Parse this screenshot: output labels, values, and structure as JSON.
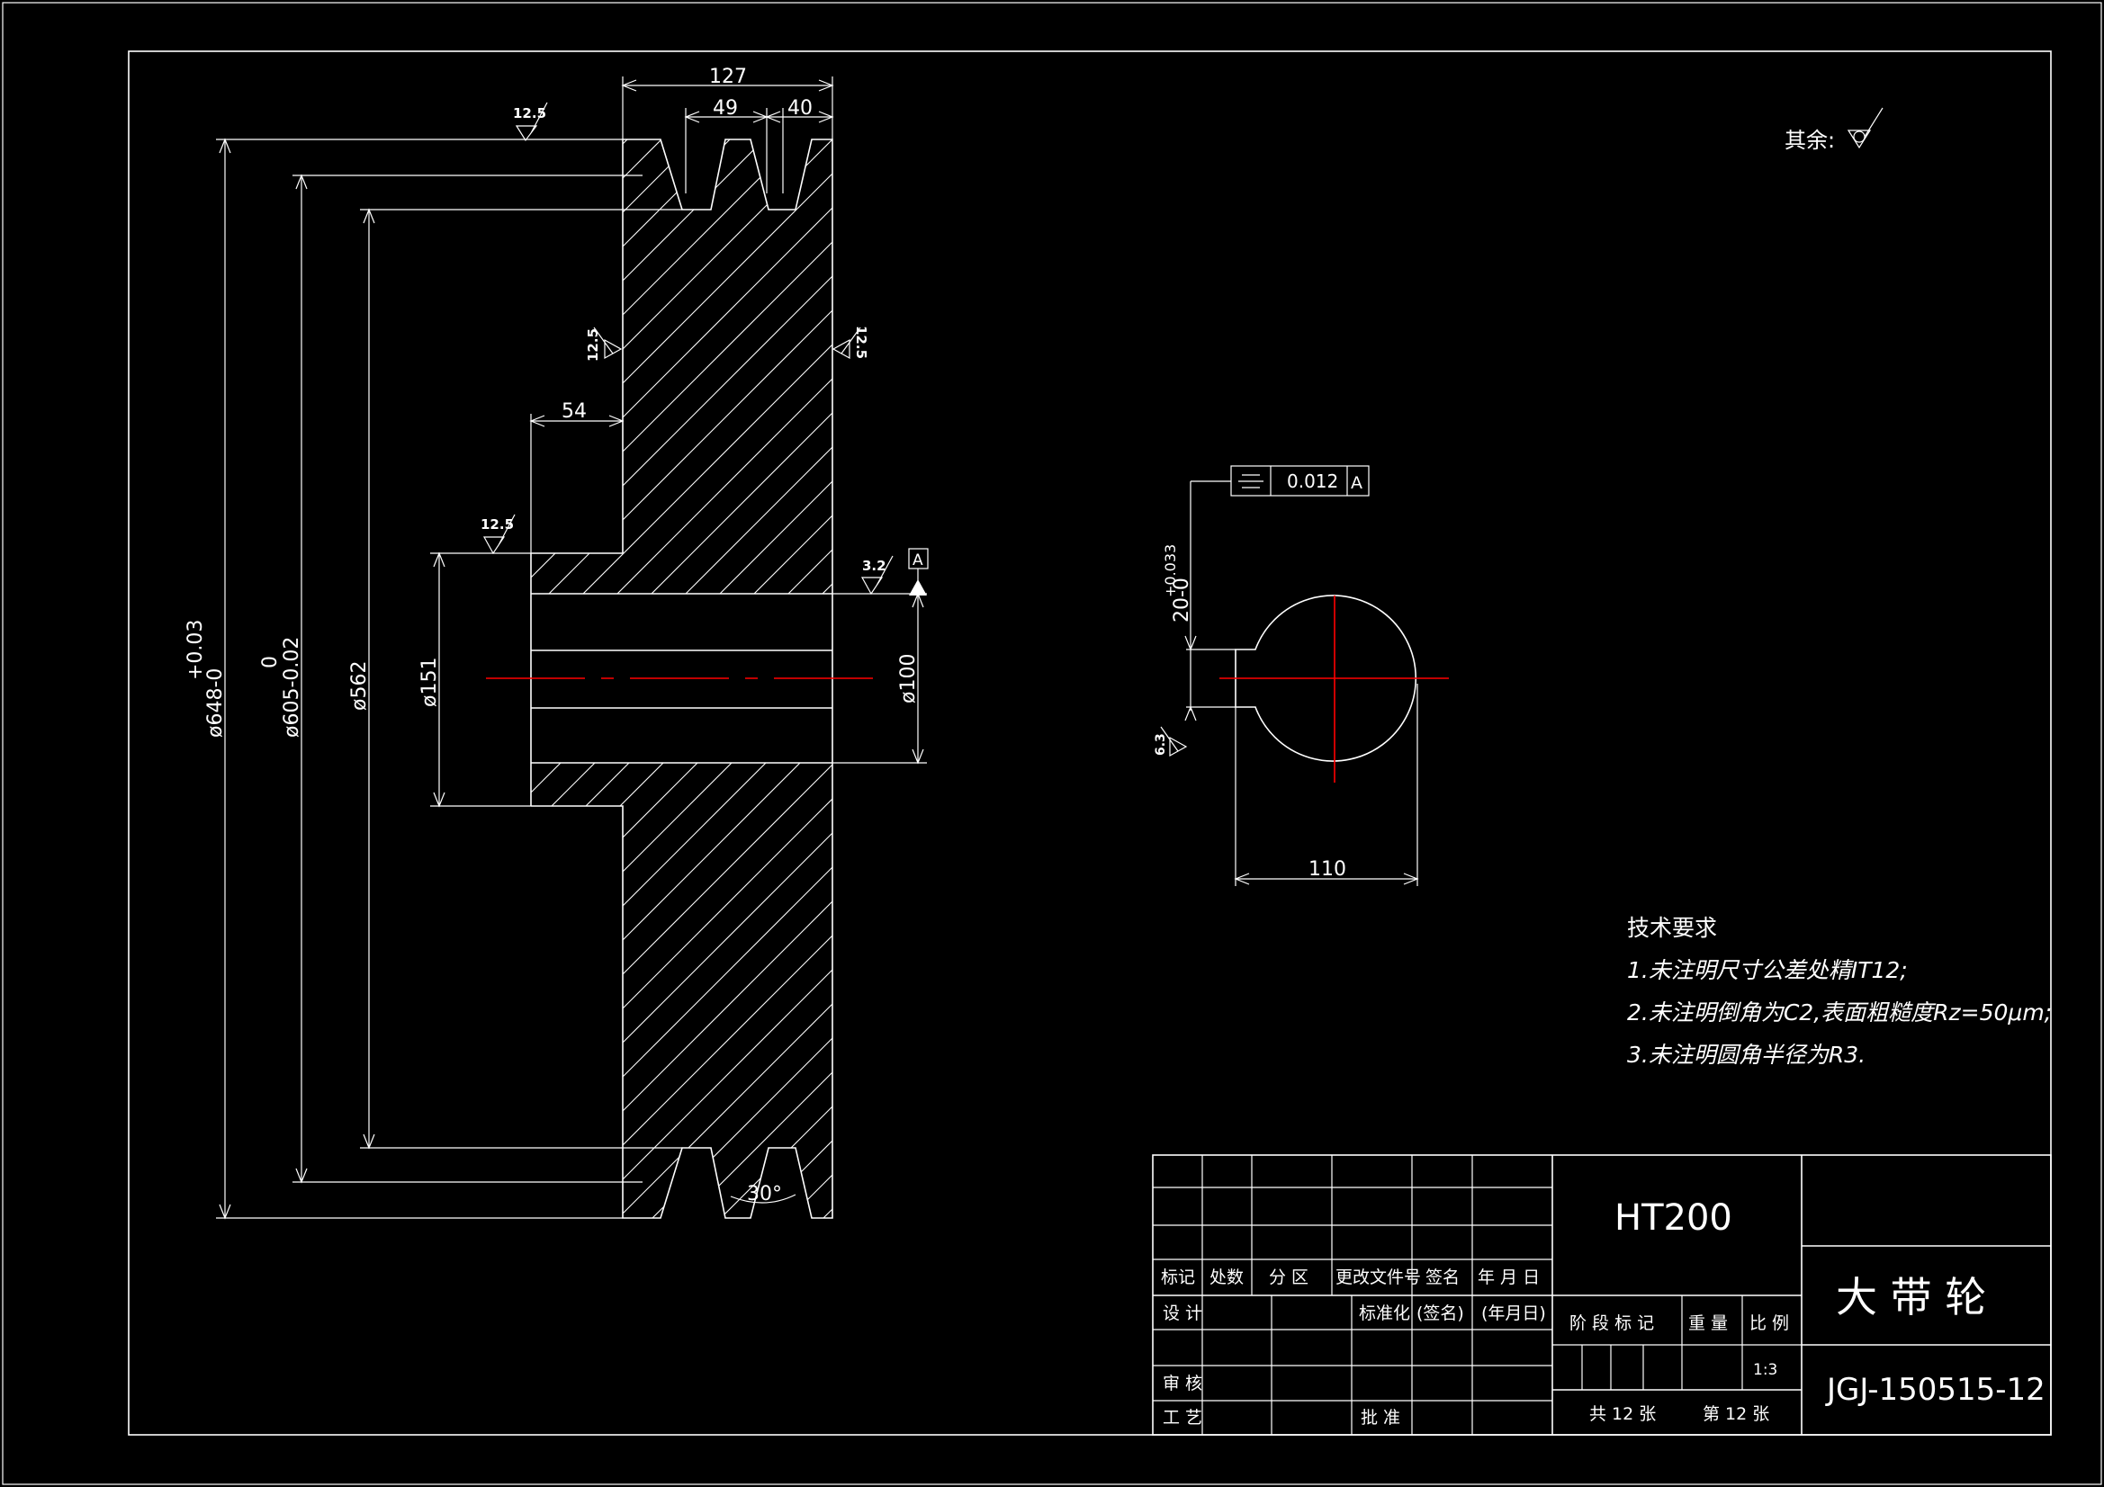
{
  "dimensions": {
    "width_127": "127",
    "width_49": "49",
    "width_40": "40",
    "hub_54": "54",
    "dia_648": "ø648-0",
    "tol_648": "+0.03",
    "dia_605": "ø605-0.02",
    "tol_605": "0",
    "dia_562": "ø562",
    "dia_151": "ø151",
    "dia_100": "ø100",
    "groove_angle": "30°",
    "keyway_width": "110",
    "keyway_depth": "20-0",
    "keyway_depth_tol": "+0.033"
  },
  "roughness": {
    "r12_5": "12.5",
    "r3_2": "3.2",
    "r6_3": "6.3",
    "rest_label": "其余:"
  },
  "datum": {
    "label": "A",
    "tolerance_symbol": "=",
    "tolerance_value": "0.012",
    "tolerance_ref": "A"
  },
  "notes": {
    "heading": "技术要求",
    "items": [
      "1.未注明尺寸公差处精IT12;",
      "2.未注明倒角为C2,表面粗糙度Rz=50μm;",
      "3.未注明圆角半径为R3."
    ]
  },
  "title_block": {
    "material": "HT200",
    "part_name": "大 带 轮",
    "drawing_no": "JGJ-150515-12",
    "row_mark": [
      "标记",
      "处数",
      "分 区",
      "更改文件号",
      "签名",
      "年 月 日"
    ],
    "design": "设 计",
    "standardize": "标准化",
    "signed": "(签名)",
    "date": "(年月日)",
    "stage_mark": "阶 段 标 记",
    "weight": "重 量",
    "scale_label": "比 例",
    "scale_value": "1:3",
    "review": "审 核",
    "process": "工 艺",
    "approve": "批 准",
    "sheets_total": "共 12 张",
    "sheet_no": "第 12 张"
  },
  "colors": {
    "background": "#000000",
    "lines": "#ffffff",
    "center_lines": "#ff0000"
  }
}
